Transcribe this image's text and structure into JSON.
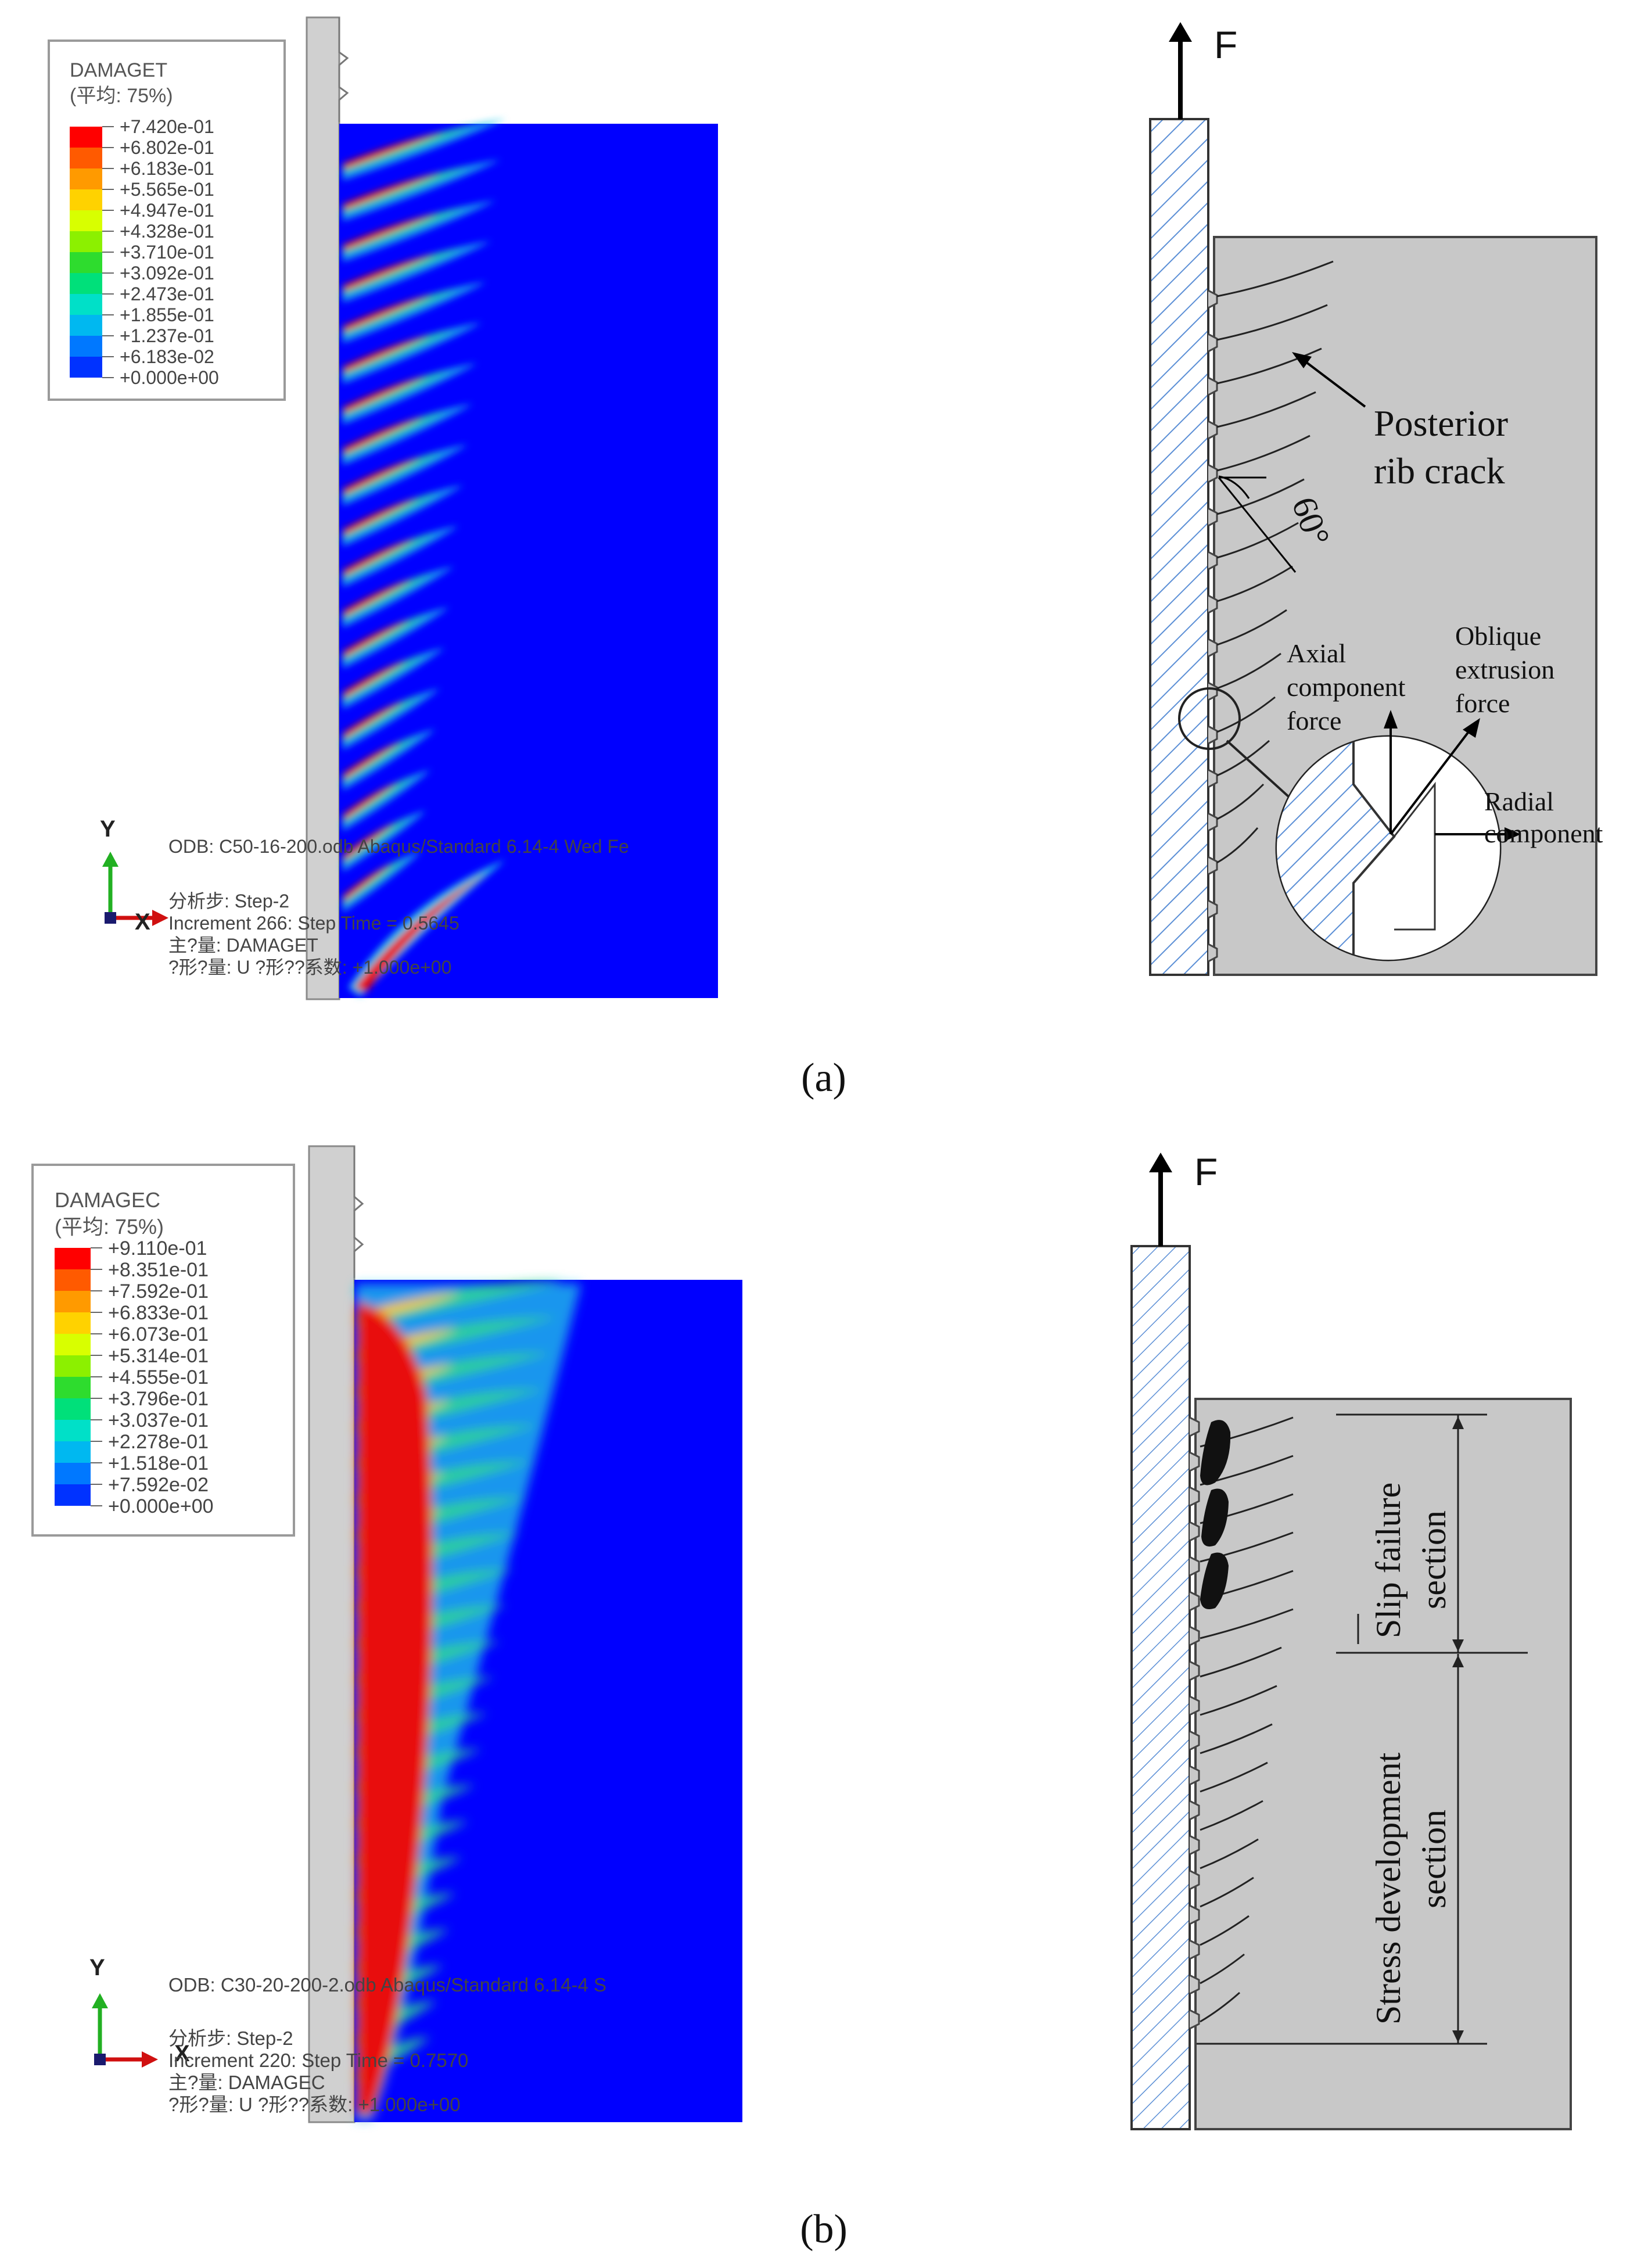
{
  "panel_a": {
    "caption": "(a)",
    "legend": {
      "variable": "DAMAGET",
      "averaging": "(平均: 75%)",
      "values": [
        "+7.420e-01",
        "+6.802e-01",
        "+6.183e-01",
        "+5.565e-01",
        "+4.947e-01",
        "+4.328e-01",
        "+3.710e-01",
        "+3.092e-01",
        "+2.473e-01",
        "+1.855e-01",
        "+1.237e-01",
        "+6.183e-02",
        "+0.000e+00"
      ],
      "colors": [
        "#ff0000",
        "#ff5a00",
        "#ff9a00",
        "#ffd200",
        "#d8ff00",
        "#8cf000",
        "#2edc2e",
        "#00e07a",
        "#00e0c8",
        "#00b8f0",
        "#0078ff",
        "#0032ff",
        "#0000ff"
      ]
    },
    "triad": {
      "y": "Y",
      "x": "X"
    },
    "odb_lines": [
      "ODB: C50-16-200.odb    Abaqus/Standard 6.14-4    Wed Fe",
      "分析步: Step-2",
      "Increment    266: Step Time =    0.5645",
      "主?量: DAMAGET",
      "?形?量: U   ?形??系数: +1.000e+00"
    ],
    "schematic": {
      "force": "F",
      "crack_label": [
        "Posterior",
        "rib crack"
      ],
      "angle": "60°",
      "axial": [
        "Axial",
        "component",
        "force"
      ],
      "oblique": [
        "Oblique",
        "extrusion",
        "force"
      ],
      "radial": [
        "Radial",
        "component"
      ]
    }
  },
  "panel_b": {
    "caption": "(b)",
    "legend": {
      "variable": "DAMAGEC",
      "averaging": "(平均: 75%)",
      "values": [
        "+9.110e-01",
        "+8.351e-01",
        "+7.592e-01",
        "+6.833e-01",
        "+6.073e-01",
        "+5.314e-01",
        "+4.555e-01",
        "+3.796e-01",
        "+3.037e-01",
        "+2.278e-01",
        "+1.518e-01",
        "+7.592e-02",
        "+0.000e+00"
      ],
      "colors": [
        "#ff0000",
        "#ff5a00",
        "#ff9a00",
        "#ffd200",
        "#d8ff00",
        "#8cf000",
        "#2edc2e",
        "#00e07a",
        "#00e0c8",
        "#00b8f0",
        "#0078ff",
        "#0032ff",
        "#0000ff"
      ]
    },
    "triad": {
      "y": "Y",
      "x": "X"
    },
    "odb_lines": [
      "ODB: C30-20-200-2.odb    Abaqus/Standard 6.14-4    S",
      "分析步: Step-2",
      "Increment    220: Step Time =    0.7570",
      "主?量: DAMAGEC",
      "?形?量: U   ?形??系数: +1.000e+00"
    ],
    "schematic": {
      "force": "F",
      "slip_label": [
        "Slip failure",
        "section"
      ],
      "stress_label": [
        "Stress  development",
        "section"
      ]
    }
  },
  "colors": {
    "concrete_blue": "#0000ff",
    "hatch_blue": "#5b8fd6",
    "gray_block": "#c8c8c8",
    "damage_red": "#e81010",
    "damage_cyan": "#20c8e8",
    "damage_green": "#30d890"
  }
}
